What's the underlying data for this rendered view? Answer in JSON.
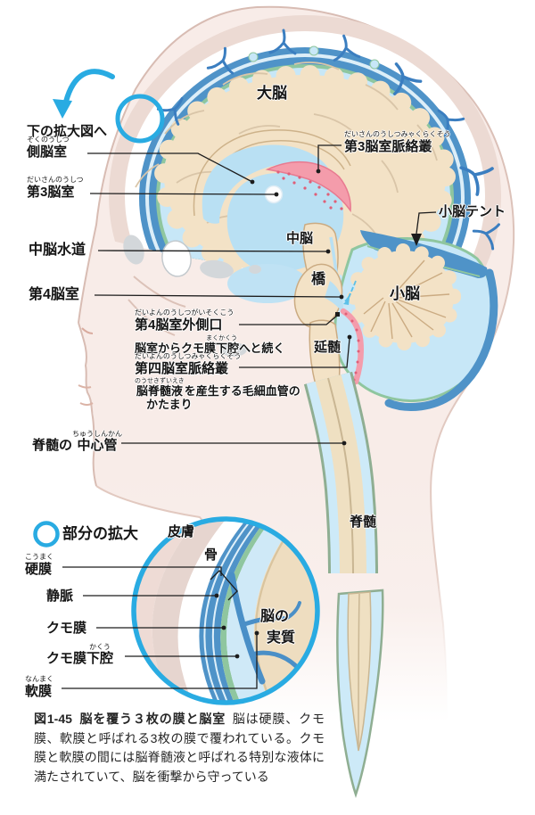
{
  "main": {
    "zoom_note": "下の拡大図へ",
    "cerebrum": "大脳",
    "lateral_ventricle": {
      "furi": "そくのうしつ",
      "text": "側脳室"
    },
    "third_ventricle": {
      "furi": "だいさんのうしつ",
      "text": "第3脳室"
    },
    "third_choroid": {
      "furi": "だいさんのうしつみゃくらくそう",
      "text": "第3脳室脈絡叢"
    },
    "tentorium": "小脳テント",
    "aqueduct": "中脳水道",
    "midbrain": "中脳",
    "pons": "橋",
    "cerebellum": "小脳",
    "fourth_ventricle": "第4脳室",
    "medulla": "延髄",
    "lateral_aperture": {
      "furi": "だいよんのうしつがいそくこう",
      "text": "第4脳室外側口",
      "note_prefix": "脳室からクモ",
      "note_ruby_text": "まくかくう",
      "note_ruby_base": "膜下腔",
      "note_suffix": "へと続く"
    },
    "fourth_choroid": {
      "furi": "だいよんのうしつみゃくらくそう",
      "text": "第四脳室脈絡叢",
      "note_ruby_text": "のうせきずいえき",
      "note_ruby_base": "脳脊髄液",
      "note_suffix": "を産生する毛細血管の",
      "note_line2": "かたまり"
    },
    "central_canal": {
      "prefix": "脊髄の",
      "ruby_text": "ちゅうしんかん",
      "ruby_base": "中心管"
    },
    "spinal_cord": "脊髄"
  },
  "inset": {
    "heading": "部分の拡大",
    "skin": "皮膚",
    "bone": "骨",
    "dura": {
      "furi": "こうまく",
      "text": "硬膜"
    },
    "vein": "静脈",
    "arachnoid": "クモ膜",
    "subarachnoid": {
      "prefix": "クモ膜",
      "ruby_text": "かくう",
      "ruby_base": "下腔"
    },
    "pia": {
      "furi": "なんまく",
      "text": "軟膜"
    },
    "brain_line1": "脳の",
    "brain_line2": "実質"
  },
  "caption": {
    "tag": "図1-45",
    "title": "脳を覆う３枚の膜と脳室",
    "body": "脳は硬膜、クモ膜、軟膜と呼ばれる3枚の膜で覆われている。クモ膜と軟膜の間には脳脊髄液と呼ばれる特別な液体に満たされていて、脳を衝撃から守っている"
  },
  "colors": {
    "accent_cyan": "#29abe2",
    "leader_black": "#1c1c1c",
    "skin": "#f8ece8",
    "skin_band": "#eedbd5",
    "bone": "#ecdad3",
    "dura_blue": "#4f93c8",
    "vein_blue": "#3b7ec0",
    "arachnoid_green": "#8fc69f",
    "csf_blue": "#c7e7f7",
    "ventricle_blue": "#b9e0f3",
    "brain_beige": "#f3e2c6",
    "brain_outline": "#cbab82",
    "choroid_pink": "#f49cab",
    "choroid_dot": "#df5f78",
    "cartilage_grey": "#d3d7da"
  }
}
